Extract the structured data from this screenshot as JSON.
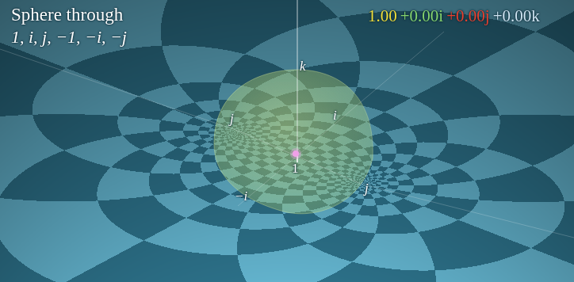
{
  "diagram": {
    "labels": [
      "Sphere through",
      "1, i, j, −1, −i, −j",
      "1.00",
      "+0.00i",
      "+0.00j",
      "+0.00k",
      "k",
      "j",
      "i",
      "1",
      "−i",
      "j"
    ]
  }
}
